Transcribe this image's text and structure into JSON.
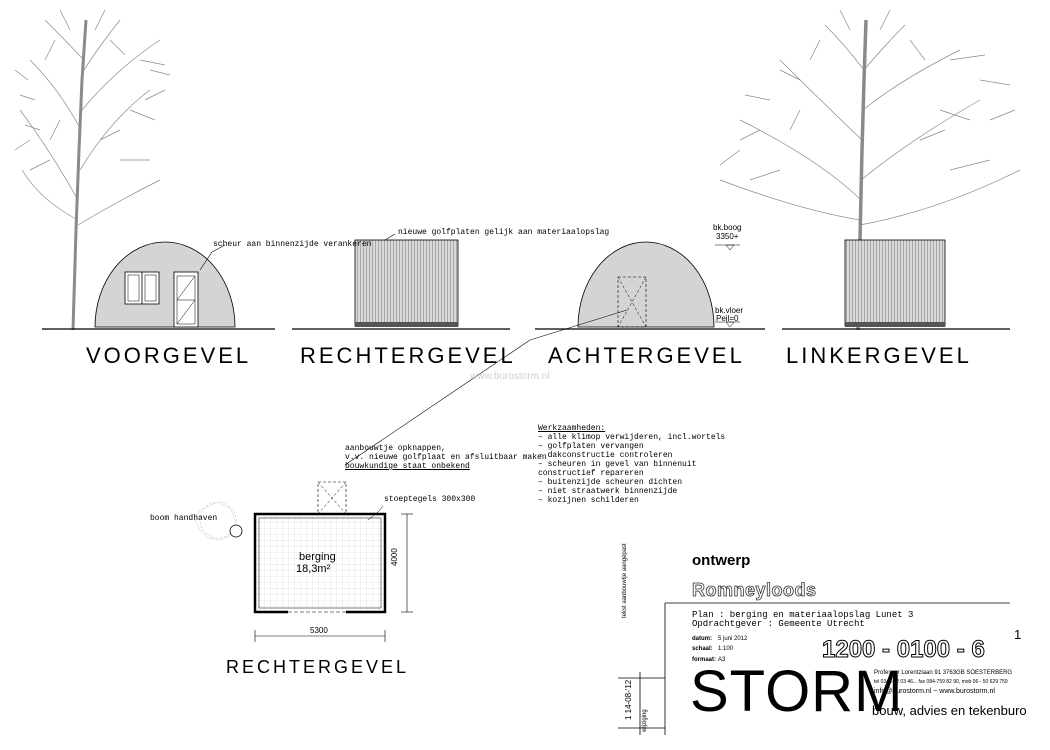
{
  "elevations": {
    "voorgevel": "VOORGEVEL",
    "rechtergevel": "RECHTERGEVEL",
    "achtergevel": "ACHTERGEVEL",
    "linkergevel": "LINKERGEVEL"
  },
  "watermark": "www.burostorm.nl",
  "annotations": {
    "scheur": "scheur aan binnenzijde verankeren",
    "golfplaten": "nieuwe golfplaten gelijk aan materiaalopslag",
    "bk_boog": "bk.boog",
    "bk_boog_val": "3350+",
    "bk_vloer": "bk.vloer",
    "bk_vloer_val": "Peil=0",
    "aanbouw_1": "aanbouwtje opknappen,",
    "aanbouw_2": "v.v. nieuwe golfplaat en afsluitbaar maken",
    "aanbouw_3": "bouwkundige staat onbekend",
    "stoeptegels": "stoeptegels 300x300",
    "boom": "boom handhaven",
    "berging": "berging",
    "berging_area": "18,3m²",
    "dim_width": "5300",
    "dim_height": "4000",
    "plan_label": "RECHTERGEVEL",
    "vertical_note": "tekst aanbouwtje aangepast",
    "rev_date": "1   14-08-'12",
    "wijziging": "wijziging"
  },
  "werkzaamheden": {
    "title": "Werkzaamheden:",
    "items": [
      "–  alle klimop verwijderen, incl.wortels",
      "–  golfplaten vervangen",
      "–  dakconstructie controleren",
      "–  scheuren in gevel van binnenuit",
      "constructief repareren",
      "–  buitenzijde scheuren dichten",
      "–  niet straatwerk binnenzijde",
      "–  kozijnen schilderen"
    ]
  },
  "titleblock": {
    "status": "ontwerp",
    "project": "Romneyloods",
    "plan": "Plan : berging en materiaalopslag Lunet 3",
    "client": "Opdrachtgever : Gemeente Utrecht",
    "datum_label": "datum:",
    "datum": "5 juni 2012",
    "schaal_label": "schaal:",
    "schaal": "1:100",
    "formaat_label": "formaat:",
    "formaat": "A3",
    "drawing_number": "1200 - 0100 - 6",
    "revision": "1",
    "firm": "STORM",
    "firm_sub": "bouw, advies en tekenburo",
    "address": "Professor Lorentzlaan 91  3763GB SOESTERBERG",
    "phones": "tel 0346-82 03 46... fax 084-759 82 90, mob 06 - 50 629 759",
    "contact": "info@burostorm.nl  ~  www.burostorm.nl"
  }
}
